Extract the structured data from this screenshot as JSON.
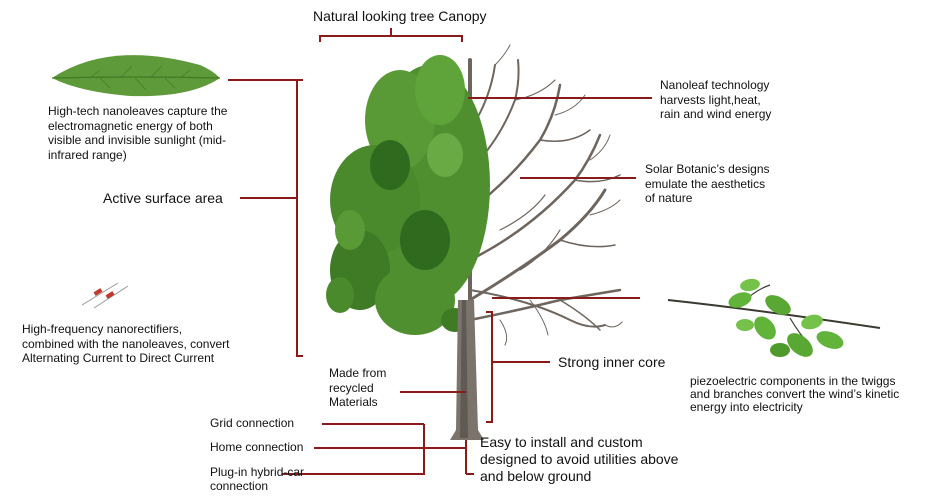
{
  "colors": {
    "connector": "#8b1a1a",
    "leaf": "#4f8f2f",
    "leaf_dark": "#2f6a1f",
    "trunk": "#7a746c",
    "branches": "#6e665e",
    "text": "#111111"
  },
  "labels": {
    "canopy": "Natural looking tree Canopy",
    "nanoleaves": "High-tech nanoleaves capture the\nelectromagnetic energy of both\nvisible and invisible sunlight (mid-\ninfrared range)",
    "active_surface": "Active surface area",
    "nanorectifiers": "High-frequency nanorectifiers,\ncombined with the nanoleaves, convert\nAlternating Current to Direct Current",
    "nanoleaf_tech": "Nanoleaf technology\nharvests light,heat,\nrain and wind energy",
    "aesthetics": "Solar Botanic’s designs\nemulate the aesthetics\nof nature",
    "recycled": "Made from\nrecycled\nMaterials",
    "inner_core": "Strong inner core",
    "piezo": "piezoelectric components in the twiggs\nand branches convert the wind’s kinetic\nenergy into electricity",
    "grid": "Grid connection",
    "home": "Home connection",
    "hybrid_car": "Plug-in hybrid-car\nconnection",
    "install": "Easy to install and custom\ndesigned to avoid utilities above\nand below ground"
  },
  "icons": [
    "leaf-icon",
    "nanorectifier-icon",
    "twig-icon",
    "tree-illustration"
  ]
}
